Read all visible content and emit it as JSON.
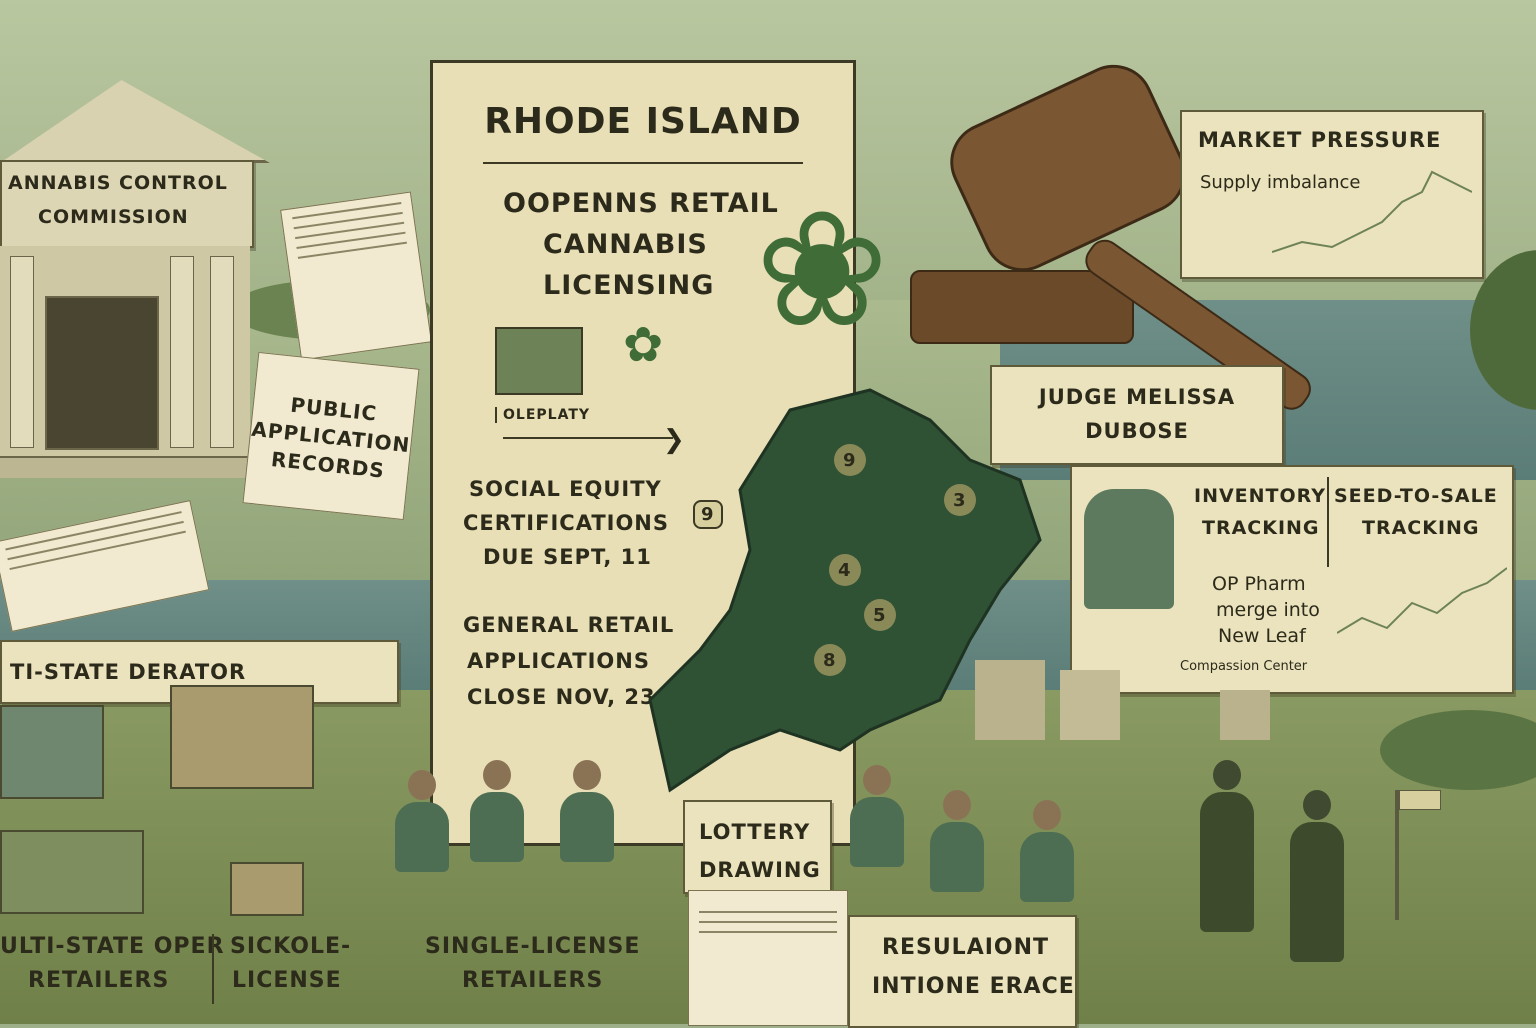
{
  "state_panel": {
    "title": "RHODE ISLAND",
    "headline_1": "OOPENNS RETAIL",
    "headline_2": "CANNABIS",
    "headline_3": "LICENSING",
    "small_label": "OLEPLATY",
    "deadline_1a": "SOCIAL EQUITY",
    "deadline_1b": "CERTIFICATIONS",
    "deadline_1c": "DUE SEPT, 11",
    "deadline_2a": "GENERAL RETAIL",
    "deadline_2b": "APPLICATIONS",
    "deadline_2c": "CLOSE NOV, 23"
  },
  "commission": {
    "line_1": "ANNABIS CONTROL",
    "line_2": "COMMISSION"
  },
  "records": {
    "line_1": "PUBLIC",
    "line_2": "APPLICATION",
    "line_3": "RECORDS"
  },
  "market": {
    "title": "MARKET PRESSURE",
    "subtitle": "Supply imbalance"
  },
  "judge": {
    "line_1": "JUDGE MELISSA",
    "line_2": "DUBOSE"
  },
  "tracking": {
    "left_1": "INVENTORY",
    "left_2": "TRACKING",
    "right_1": "SEED-TO-SALE",
    "right_2": "TRACKING",
    "note_1": "OP Pharm",
    "note_2": "merge into",
    "note_3": "New Leaf",
    "note_4": "Compassion Center"
  },
  "operator": {
    "label": "TI-STATE DERATOR"
  },
  "bottom_labels": {
    "multi_1": "ULTI-STATE OPER",
    "multi_2": "RETAILERS",
    "sickole_1": "SICKOLE-",
    "sickole_2": "LICENSE",
    "single_1": "SINGLE-LICENSE",
    "single_2": "RETAILERS",
    "lottery_1": "LOTTERY",
    "lottery_2": "DRAWING",
    "resul_1": "RESULAIONT",
    "resul_2": "INTIONE ERACE"
  },
  "map_numbers": [
    "9",
    "3",
    "4",
    "5",
    "8",
    "9"
  ],
  "colors": {
    "panel": "#eae3bd",
    "map_green": "#2f5134",
    "gavel": "#6b4a2a",
    "ink": "#2c2a1a"
  }
}
